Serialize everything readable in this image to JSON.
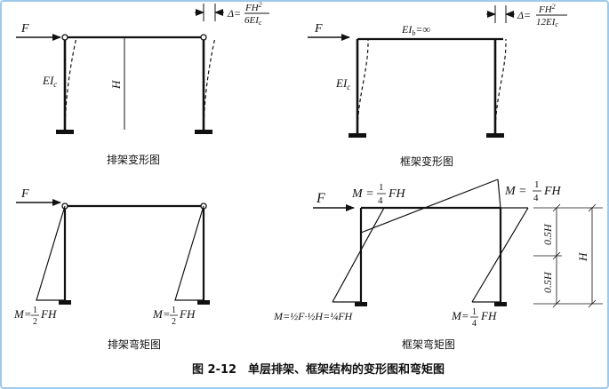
{
  "panels": {
    "bent_deform": {
      "caption": "排架变形图",
      "load": "F",
      "column_stiffness": "EI",
      "column_stiffness_sub": "c",
      "height": "H",
      "delta_prefix": "Δ=",
      "delta_num": "FH",
      "delta_num_sup": "2",
      "delta_den": "6EI",
      "delta_den_sub": "c"
    },
    "frame_deform": {
      "caption": "框架变形图",
      "load": "F",
      "beam_stiffness": "EI",
      "beam_stiffness_sub": "b",
      "beam_stiffness_suffix": "=∞",
      "column_stiffness": "EI",
      "column_stiffness_sub": "c",
      "delta_prefix": "Δ=",
      "delta_num": "FH",
      "delta_num_sup": "2",
      "delta_den": "12EI",
      "delta_den_sub": "c"
    },
    "bent_moment": {
      "caption": "排架弯矩图",
      "load": "F",
      "left_moment_prefix": "M=",
      "left_moment_num": "1",
      "left_moment_den": "2",
      "left_moment_suffix": "FH",
      "right_moment_prefix": "M=",
      "right_moment_num": "1",
      "right_moment_den": "2",
      "right_moment_suffix": "FH"
    },
    "frame_moment": {
      "caption": "框架弯矩图",
      "load": "F",
      "top_left_prefix": "M =",
      "top_left_num": "1",
      "top_left_den": "4",
      "top_left_suffix": "FH",
      "top_right_prefix": "M =",
      "top_right_num": "1",
      "top_right_den": "4",
      "top_right_suffix": "FH",
      "bottom_left_text": "M=½F·½H=¼FH",
      "bottom_right_prefix": "M=",
      "bottom_right_num": "1",
      "bottom_right_den": "4",
      "bottom_right_suffix": "FH",
      "dim_upper": "0.5H",
      "dim_lower": "0.5H",
      "dim_total": "H"
    }
  },
  "figure_caption": "图 2-12　单层排架、框架结构的变形图和弯矩图"
}
